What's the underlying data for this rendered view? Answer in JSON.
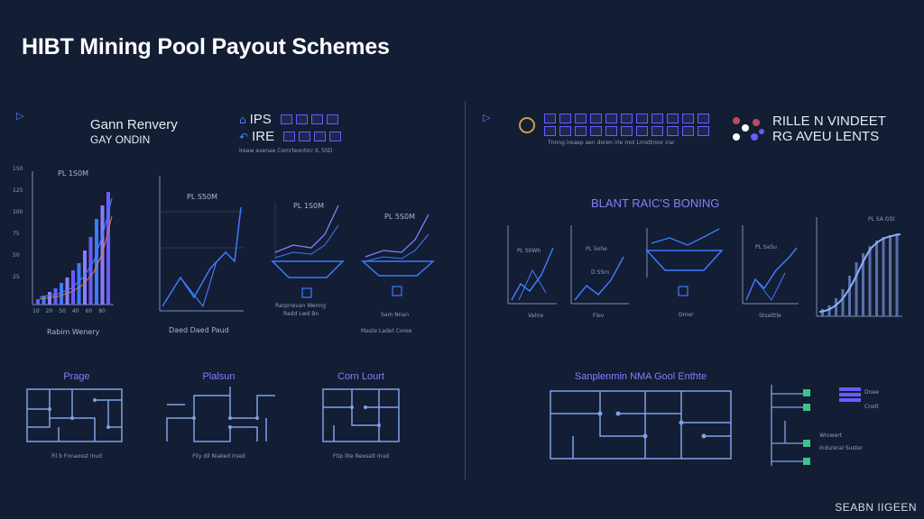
{
  "title": "HIBT Mining Pool Payout Schemes",
  "left": {
    "header1": [
      "Gann Renvery",
      "GAY ONDIN"
    ],
    "badge": {
      "l1": "IPS",
      "l2": "IRE",
      "caption": "Ireaw avenae Comrteontin! IL SSD"
    },
    "charts": [
      {
        "label": "PL 1S0M",
        "caption": "Rabim Wenery",
        "yticks": [
          "150",
          "125",
          "100",
          "75",
          "50",
          "25"
        ],
        "xticks": [
          "10",
          "20",
          "50",
          "40",
          "60",
          "80"
        ]
      },
      {
        "label": "PL S50M",
        "caption": "Daed Daed Paud"
      },
      {
        "label": "PL 1S0M",
        "caption1": "Rarprrevan Wenng",
        "caption2": "Radd Lwd Bn"
      },
      {
        "label": "PL 5S0M",
        "caption1": "Sam Nnan",
        "caption2": "Maste Ladet Coree"
      }
    ],
    "diagrams": [
      {
        "title": "Prage",
        "caption": "Fil b Fnnaosst Inud"
      },
      {
        "title": "Plalsun",
        "caption": "Fliy dil Niaked Irsed"
      },
      {
        "title": "Corn Lourt",
        "caption": "Ftip Ilte Nexsalt Inud"
      }
    ]
  },
  "right": {
    "badge_caption": "Tnnng ireaep aen doren irle mol Lnrettroor irar",
    "header2": [
      "RILLE N VINDEET",
      "RG AVEU LENTS"
    ],
    "section_title": "BLANT RAIC'S BONING",
    "charts": [
      {
        "label": "PL S0Wh",
        "caption": "Vahre"
      },
      {
        "label": "PL 5ohe",
        "sub": "D SSrn",
        "caption": "Flev"
      },
      {
        "label": "",
        "caption": "Dmer"
      },
      {
        "label": "PL SaSu",
        "caption": "Stsalttle"
      },
      {
        "label": "PL SA GSt",
        "caption": ""
      }
    ],
    "diagram_title": "Sanplenmin NMA Gool Enthte",
    "legend": [
      "Dnee",
      "Cnelt",
      "Wrowert",
      "Indureral Suster"
    ]
  },
  "watermark": "SEABN IIGEEN",
  "colors": {
    "accent": "#4f7dff",
    "purple": "#6a5cff",
    "line": "#3d7bff",
    "bg": "#131d33"
  }
}
